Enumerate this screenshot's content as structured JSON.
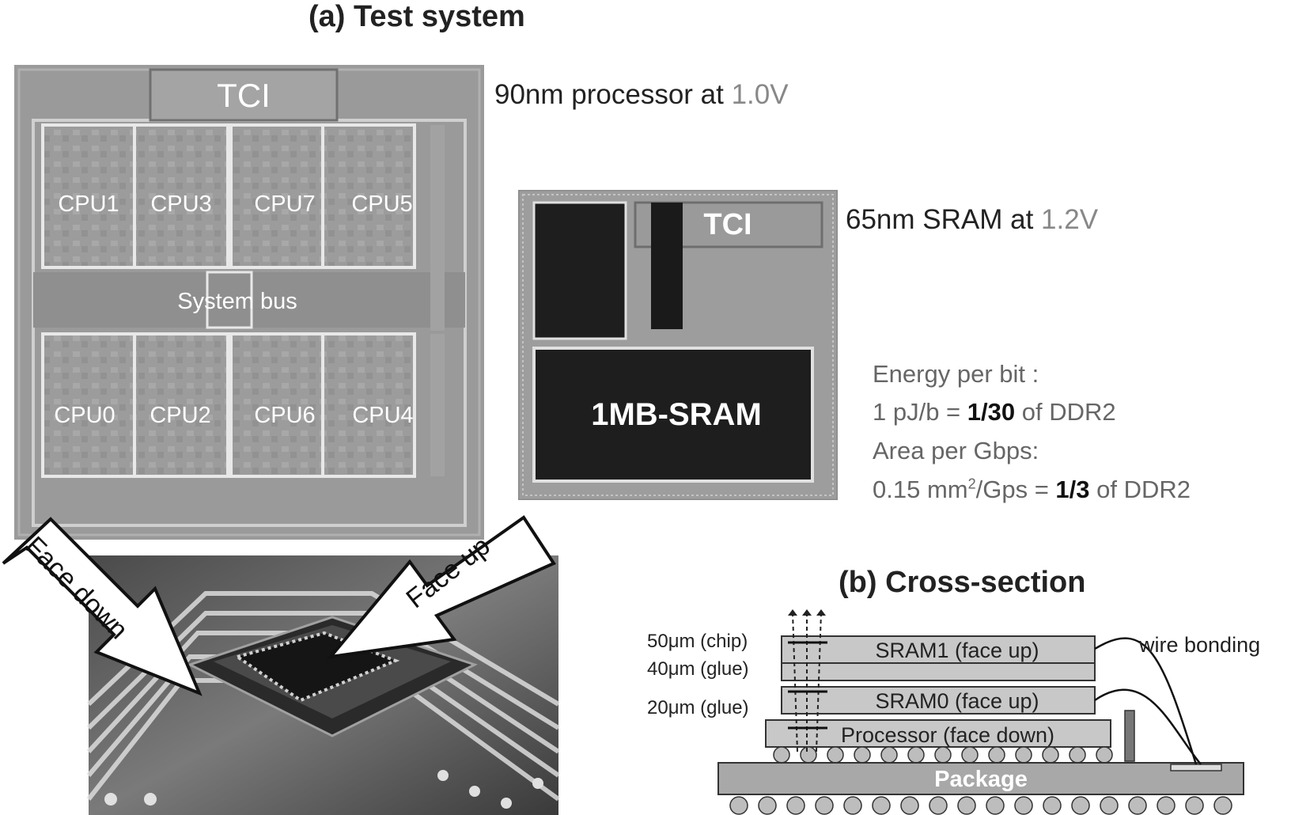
{
  "titles": {
    "a": "(a) Test system",
    "b": "(b) Cross-section"
  },
  "processor_die": {
    "tci": "TCI",
    "cpus_top": [
      "CPU1",
      "CPU3",
      "CPU7",
      "CPU5"
    ],
    "cpus_bottom": [
      "CPU0",
      "CPU2",
      "CPU6",
      "CPU4"
    ],
    "bus": "System bus",
    "caption_main": "90nm processor at ",
    "caption_voltage": "1.0V"
  },
  "sram_die": {
    "tci": "TCI",
    "block": "1MB-SRAM",
    "caption_main": "65nm SRAM at ",
    "caption_voltage": "1.2V"
  },
  "metrics": {
    "energy_label": "Energy per bit :",
    "energy_prefix": "1 pJ/b = ",
    "energy_bold": "1/30",
    "energy_suffix": " of DDR2",
    "area_label": "Area per Gbps:",
    "area_prefix": "0.15 mm",
    "area_sup": "2",
    "area_mid": "/Gps = ",
    "area_bold": "1/3",
    "area_suffix": " of DDR2"
  },
  "photo": {
    "arrow_left": "Face down",
    "arrow_right": "Face up"
  },
  "cross_section": {
    "thickness_chip": "50μm (chip)",
    "thickness_glue1": "40μm (glue)",
    "thickness_glue2": "20μm (glue)",
    "sram1": "SRAM1 (face up)",
    "sram0": "SRAM0 (face up)",
    "processor": "Processor (face down)",
    "package": "Package",
    "wire_bonding": "wire bonding"
  },
  "colors": {
    "die_gray": "#9a9a9a",
    "block_dark": "#1e1e1e",
    "layer_fill": "#c8c8c8",
    "voltage_gray": "#888888"
  }
}
